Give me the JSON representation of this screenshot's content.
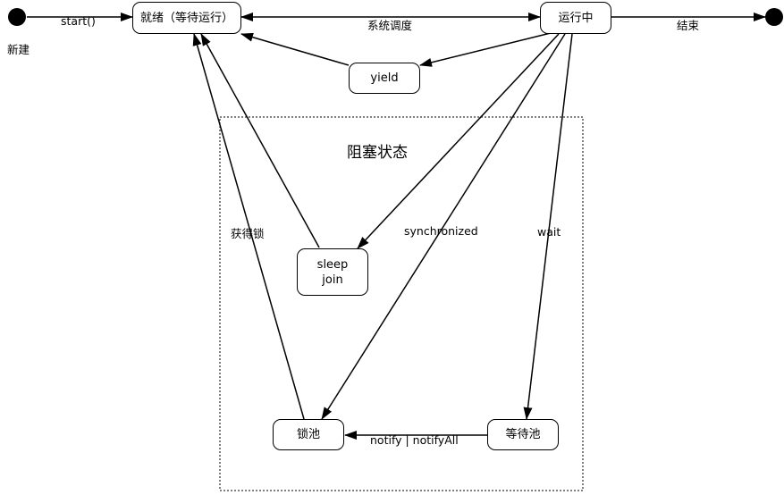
{
  "states": {
    "ready": "就绪（等待运行）",
    "running": "运行中",
    "yield": "yield",
    "sleep_join": [
      "sleep",
      "join"
    ],
    "lock_pool": "锁池",
    "wait_pool": "等待池"
  },
  "labels": {
    "new": "新建",
    "start": "start()",
    "schedule": "系统调度",
    "end": "结束",
    "blocked_region": "阻塞状态",
    "acquire_lock": "获得锁",
    "synchronized": "synchronized",
    "wait": "wait",
    "notify": "notify | notifyAll"
  }
}
